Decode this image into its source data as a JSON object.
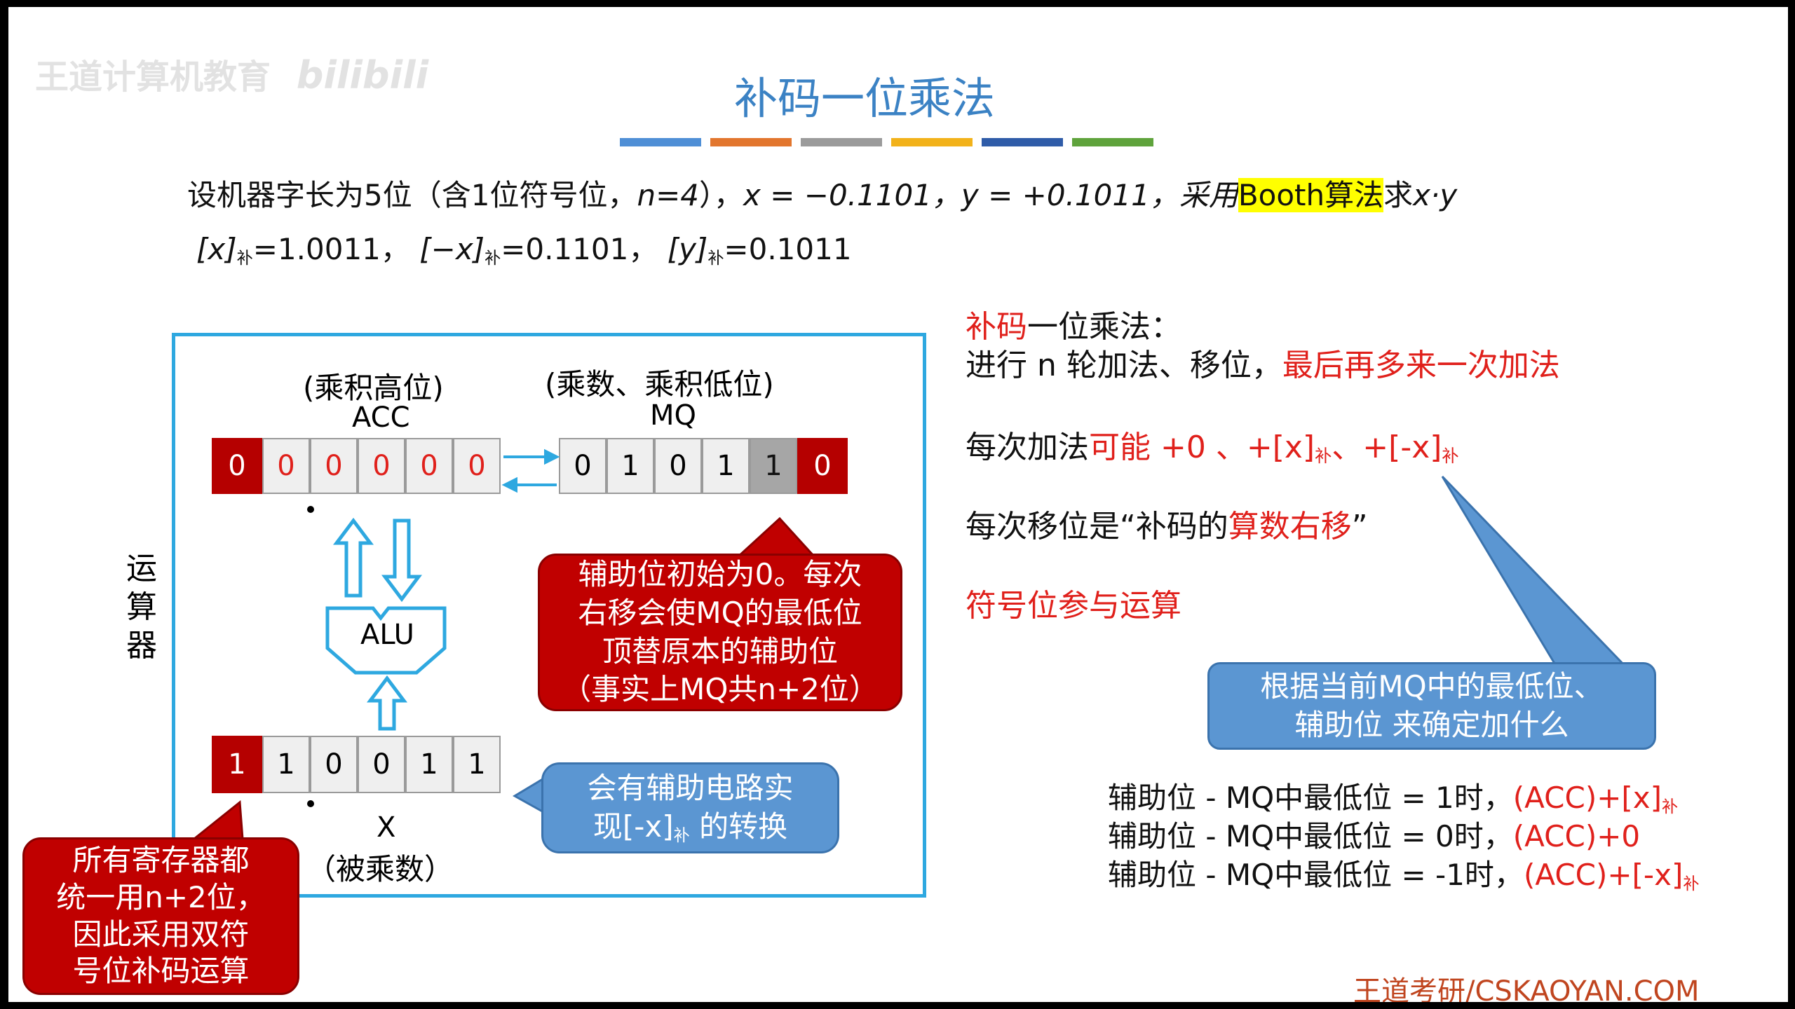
{
  "watermark": {
    "text": "王道计算机教育",
    "brand": "bilibili"
  },
  "title": "补码一位乘法",
  "color_bars": [
    "#4f8fd6",
    "#e2762e",
    "#9b9b9b",
    "#f2b21a",
    "#2f5ca8",
    "#5fa33c"
  ],
  "problem": {
    "line1_a": "设机器字长为5位（含1位符号位，",
    "line1_n": "n=4",
    "line1_b": "），",
    "line1_x": "x = −0.1101，",
    "line1_y": "y = +0.1011，采用",
    "line1_booth": "Booth算法",
    "line1_c": "求",
    "line1_xy": "x·y",
    "line2_a": "[x]",
    "line2_a_eq": "=1.0011，",
    "line2_b": "[−x]",
    "line2_b_eq": "=0.1101，",
    "line2_c": "[y]",
    "line2_c_eq": "=0.1011",
    "sub_bu": "补"
  },
  "diagram": {
    "side_label": [
      "运",
      "算",
      "器"
    ],
    "acc_caption": "(乘积高位)",
    "acc_name": "ACC",
    "mq_caption": "(乘数、乘积低位)",
    "mq_name": "MQ",
    "acc_bits": [
      "0",
      "0",
      "0",
      "0",
      "0",
      "0"
    ],
    "mq_bits": [
      "0",
      "1",
      "0",
      "1",
      "1",
      "0"
    ],
    "x_bits": [
      "1",
      "1",
      "0",
      "0",
      "1",
      "1"
    ],
    "alu_label": "ALU",
    "x_name": "X",
    "x_caption": "（被乘数）",
    "callout_aux": [
      "辅助位初始为0。每次",
      "右移会使MQ的最低位",
      "顶替原本的辅助位",
      "（事实上MQ共n+2位）"
    ],
    "callout_circuit_1": "会有辅助电路实",
    "callout_circuit_2a": "现[-x]",
    "callout_circuit_2b": " 的转换",
    "callout_regs": [
      "所有寄存器都",
      "统一用n+2位，",
      "因此采用双符",
      "号位补码运算"
    ]
  },
  "notes": {
    "heading_red": "补码",
    "heading_black": "一位乘法：",
    "line2_black": "进行 n 轮加法、移位，",
    "line2_red": "最后再多来一次加法",
    "line3_black": "每次加法",
    "line3_red": "可能 +0 、+[x]",
    "line3_red2": "、+[-x]",
    "line4_black1": "每次移位是“补码的",
    "line4_red": "算数右移",
    "line4_black2": "”",
    "line5_red": "符号位参与运算",
    "callout_blue": [
      "根据当前MQ中的最低位、",
      "辅助位 来确定加什么"
    ],
    "rules": [
      {
        "cond": "辅助位 - MQ中最低位 = 1时，",
        "result": "(ACC)+[x]",
        "sub": "补"
      },
      {
        "cond": "辅助位 - MQ中最低位 = 0时，",
        "result": "(ACC)+0",
        "sub": ""
      },
      {
        "cond": "辅助位 - MQ中最低位 = -1时，",
        "result": "(ACC)+[-x]",
        "sub": "补"
      }
    ]
  },
  "footer": "王道考研/CSKAOYAN.COM"
}
